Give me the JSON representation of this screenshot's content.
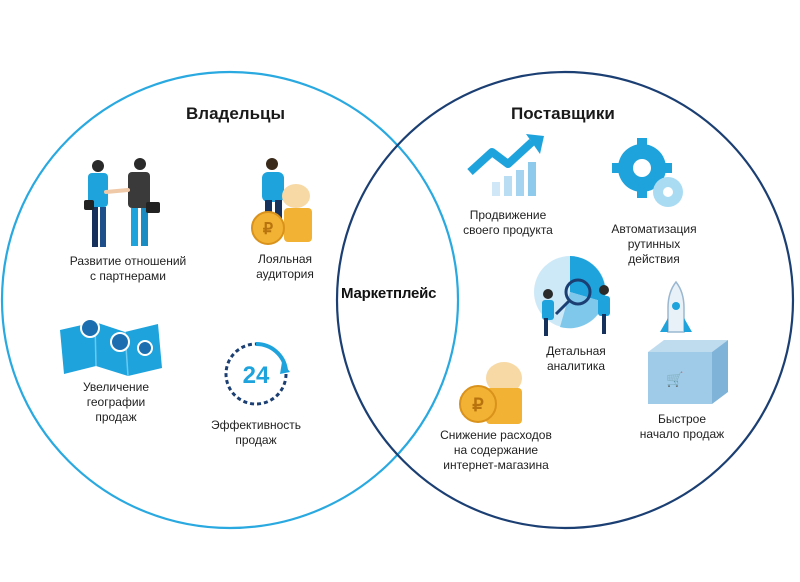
{
  "diagram": {
    "left_title": "Владельцы",
    "right_title": "Поставщики",
    "center_label": "Маркетплейс",
    "left_items": [
      {
        "label": "Развитие отношений\nс партнерами",
        "icon": "handshake-people-icon"
      },
      {
        "label": "Лояльная\nаудитория",
        "icon": "person-coins-icon"
      },
      {
        "label": "Увеличение\nгеографии\nпродаж",
        "icon": "map-pins-icon"
      },
      {
        "label": "Эффективность\nпродаж",
        "icon": "clock-24-icon"
      }
    ],
    "right_items": [
      {
        "label": "Продвижение\nсвоего продукта",
        "icon": "growth-chart-icon"
      },
      {
        "label": "Автоматизация\nрутинных\nдействия",
        "icon": "gears-icon"
      },
      {
        "label": "Детальная\nаналитика",
        "icon": "analytics-icon"
      },
      {
        "label": "Снижение расходов\nна содержание\nинтернет-магазина",
        "icon": "coins-bag-icon"
      },
      {
        "label": "Быстрое\nначало продаж",
        "icon": "rocket-box-icon"
      }
    ],
    "colors": {
      "left_circle": "#29a9e0",
      "right_circle": "#1b3f73",
      "accent": "#1ea3dd",
      "coin": "#f2b233"
    }
  }
}
